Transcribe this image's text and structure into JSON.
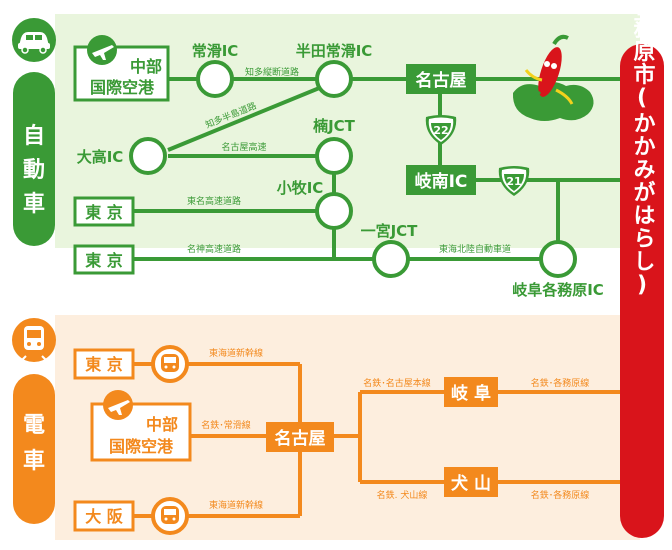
{
  "colors": {
    "green": "#3a9a36",
    "green_light": "#e9f5dd",
    "orange": "#f3891d",
    "orange_light": "#fdeede",
    "red": "#d9141b",
    "white": "#ffffff"
  },
  "destination": {
    "label": "各務原市(かかみがはらし)"
  },
  "car": {
    "mode_label": "自動車",
    "icon": "car-icon",
    "nodes": {
      "tokoname_ic": "常滑IC",
      "handa_ic": "半田常滑IC",
      "nagoya": "名古屋",
      "otaka_ic": "大高IC",
      "kusunoki_jct": "楠JCT",
      "komaki_ic": "小牧IC",
      "ichinomiya_jct": "一宮JCT",
      "ginan_ic": "岐南IC",
      "gifu_kakamigahara_ic": "岐阜各務原IC",
      "airport_line1": "中部",
      "airport_line2": "国際空港",
      "tokyo_a": "東 京",
      "tokyo_b": "東 京"
    },
    "roads": {
      "chita_jukan": "知多縦断道路",
      "chita_hanto": "知多半島道路",
      "nagoya_kosoku": "名古屋高速",
      "tomei": "東名高速道路",
      "meishin": "名神高速道路",
      "tokai_hokuriku": "東海北陸自動車道"
    },
    "route_shields": {
      "r22": "22",
      "r21": "21"
    }
  },
  "train": {
    "mode_label": "電車",
    "icon": "train-icon",
    "nodes": {
      "tokyo": "東 京",
      "osaka": "大 阪",
      "airport_line1": "中部",
      "airport_line2": "国際空港",
      "nagoya": "名古屋",
      "gifu": "岐 阜",
      "inuyama": "犬 山"
    },
    "lines": {
      "tokaido_top": "東海道新幹線",
      "tokaido_bottom": "東海道新幹線",
      "meitetsu_tokoname": "名鉄･常滑線",
      "meitetsu_nagoya_honsen": "名鉄･名古屋本線",
      "meitetsu_inuyama": "名鉄. 犬山線",
      "meitetsu_kakamigahara_top": "名鉄･各務原線",
      "meitetsu_kakamigahara_bottom": "名鉄･各務原線"
    }
  }
}
